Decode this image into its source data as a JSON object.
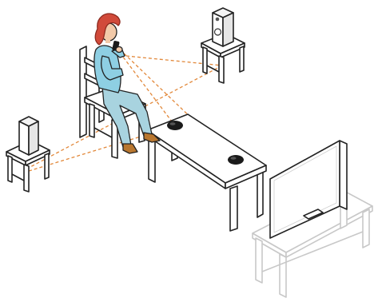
{
  "scene": {
    "objects": [
      "person",
      "chair",
      "table",
      "speaker-left",
      "speaker-right",
      "stand-left",
      "stand-right",
      "tv",
      "tv-stand",
      "phone",
      "table-device-1",
      "table-device-2"
    ],
    "colors": {
      "outline": "#222222",
      "shirt": "#8ecfe3",
      "pants": "#a8d3df",
      "hair": "#d14a3a",
      "skin": "#f2c9a8",
      "shoes": "#b9772f",
      "path": "#e2883a",
      "faded_furniture": "#c8c8c8",
      "speaker": "#eeeeee",
      "device": "#1a1a1a"
    }
  }
}
